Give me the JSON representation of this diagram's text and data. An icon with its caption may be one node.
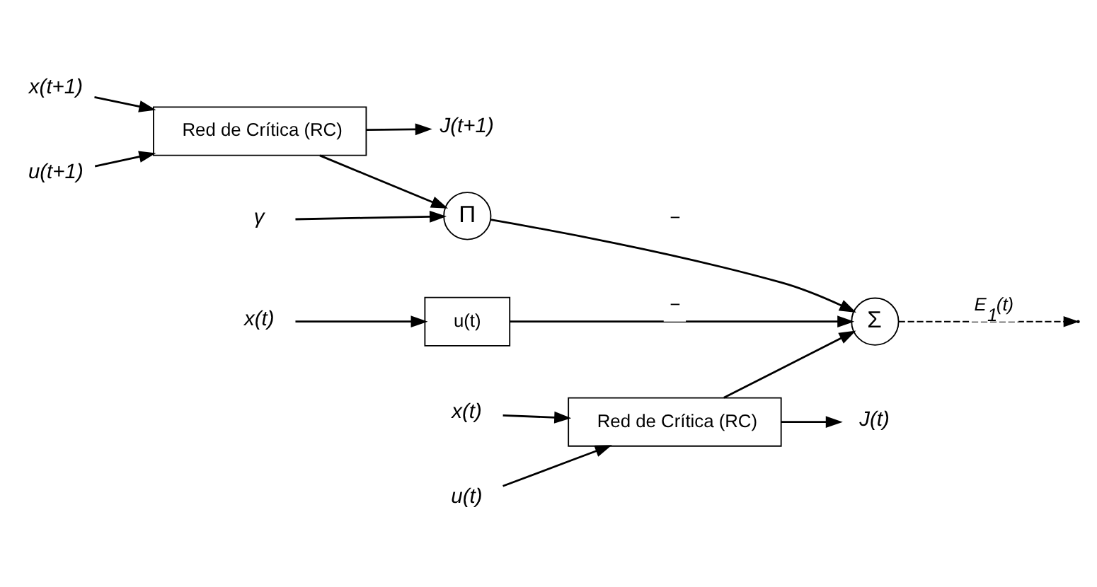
{
  "diagram": {
    "nodes": [
      {
        "text": [
          "x(t+1)"
        ]
      },
      {
        "text": [
          "u(t+1)"
        ]
      },
      {
        "text": [
          "Red de Crítica (RC)"
        ]
      },
      {
        "text": [
          "J(t+1)"
        ]
      },
      {
        "text": [
          "Π"
        ]
      },
      {
        "text": [
          "γ"
        ]
      },
      {
        "text": [
          "Σ"
        ]
      },
      {
        "text": [
          "u(t)"
        ]
      },
      {
        "text": [
          "x(t)"
        ]
      },
      {
        "text": [
          "x(t)"
        ]
      },
      {
        "text": [
          "u(t)"
        ]
      },
      {
        "text": [
          "Red de Crítica (RC)"
        ]
      },
      {
        "text": [
          "J(t)"
        ]
      }
    ],
    "edges": [
      {
        "from": 0,
        "to": 2,
        "arrow": "to"
      },
      {
        "from": 1,
        "to": 2,
        "arrow": "to"
      },
      {
        "from": 2,
        "to": 3,
        "arrow": "to"
      },
      {
        "from": 2,
        "to": 4,
        "arrow": "to"
      },
      {
        "from": 5,
        "to": 4,
        "arrow": "to"
      },
      {
        "from": 4,
        "to": 6,
        "arrow": "to",
        "label": "−"
      },
      {
        "from": 7,
        "to": 6,
        "arrow": "to",
        "label": "−"
      },
      {
        "from": 8,
        "to": 7,
        "arrow": "to"
      },
      {
        "from": 9,
        "to": 11,
        "arrow": "to"
      },
      {
        "from": 10,
        "to": 11,
        "arrow": "to"
      },
      {
        "from": 11,
        "to": 12,
        "arrow": "to"
      },
      {
        "from": 11,
        "to": 6,
        "arrow": "to"
      },
      {
        "from": 6,
        "to": null,
        "arrow": "to",
        "style": "dashed",
        "label": "E$_{1}$(t)"
      }
    ]
  }
}
